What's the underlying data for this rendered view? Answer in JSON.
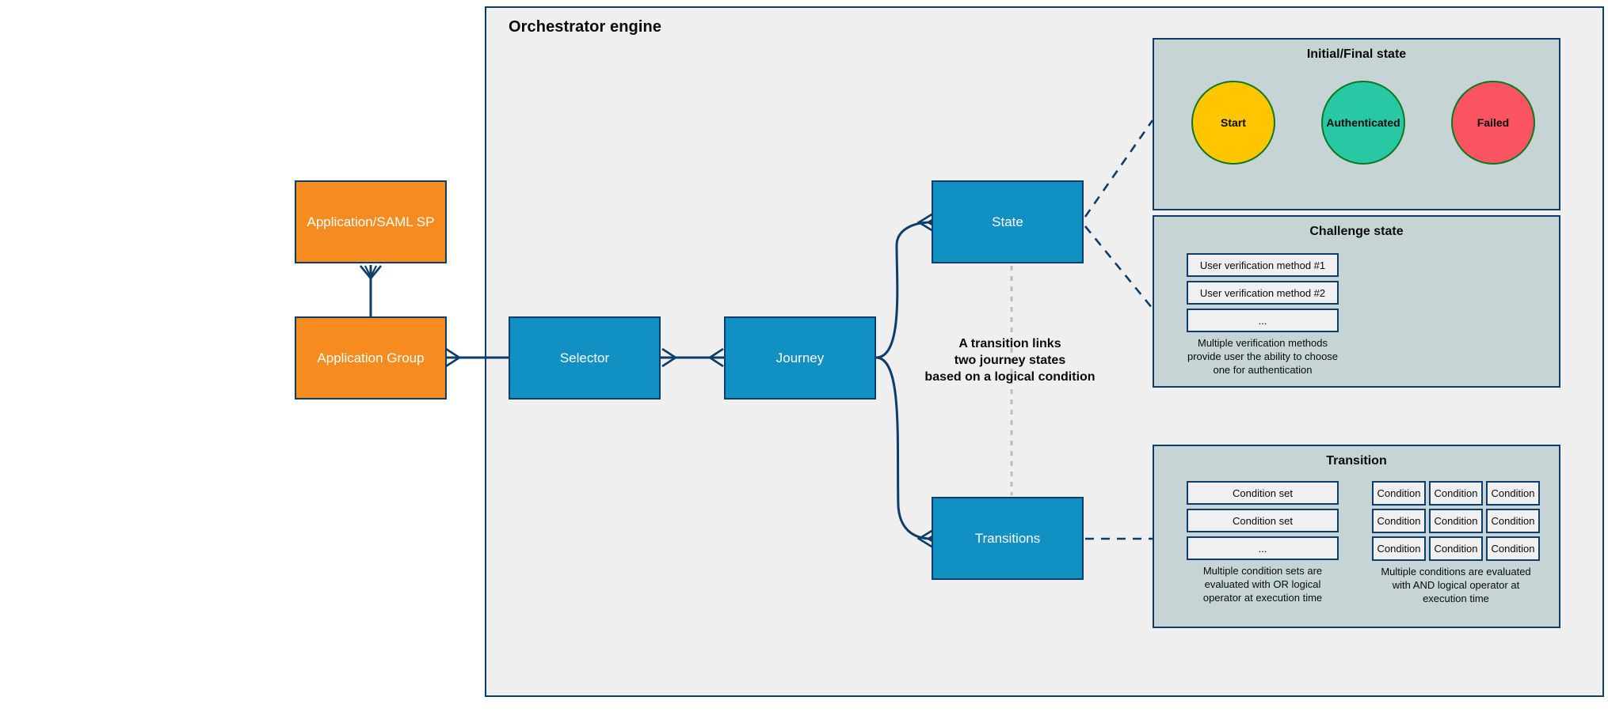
{
  "frame": {
    "title": "Orchestrator engine"
  },
  "entities": {
    "app_saml_sp": "Application/SAML SP",
    "application_group": "Application Group",
    "selector": "Selector",
    "journey": "Journey",
    "state": "State",
    "transitions": "Transitions"
  },
  "note": {
    "line1": "A transition links",
    "line2": "two journey states",
    "line3": "based on a logical condition"
  },
  "panels": {
    "initial_final": {
      "title": "Initial/Final state",
      "circles": [
        {
          "label": "Start",
          "color": "#FFC600"
        },
        {
          "label": "Authenticated",
          "color": "#28C8A5"
        },
        {
          "label": "Failed",
          "color": "#FA5362"
        }
      ]
    },
    "challenge": {
      "title": "Challenge state",
      "methods": [
        "User verification method #1",
        "User verification method #2",
        "..."
      ],
      "caption": "Multiple verification methods provide user the ability to choose one for authentication"
    },
    "transition": {
      "title": "Transition",
      "condition_sets": [
        "Condition set",
        "Condition set",
        "..."
      ],
      "condition_sets_caption": "Multiple condition sets are evaluated with OR logical operator at execution time",
      "conditions_grid": [
        [
          "Condition",
          "Condition",
          "Condition"
        ],
        [
          "Condition",
          "Condition",
          "Condition"
        ],
        [
          "Condition",
          "Condition",
          "Condition"
        ]
      ],
      "conditions_caption": "Multiple conditions are evaluated with AND logical operator at execution time"
    }
  },
  "colors": {
    "orange": "#F68B1F",
    "blue": "#1190C3",
    "panel": "#C7D4D6",
    "frame_bg": "#EFEFEF",
    "stroke": "#0D3D6B",
    "circle_stroke": "#0B7A1E"
  }
}
